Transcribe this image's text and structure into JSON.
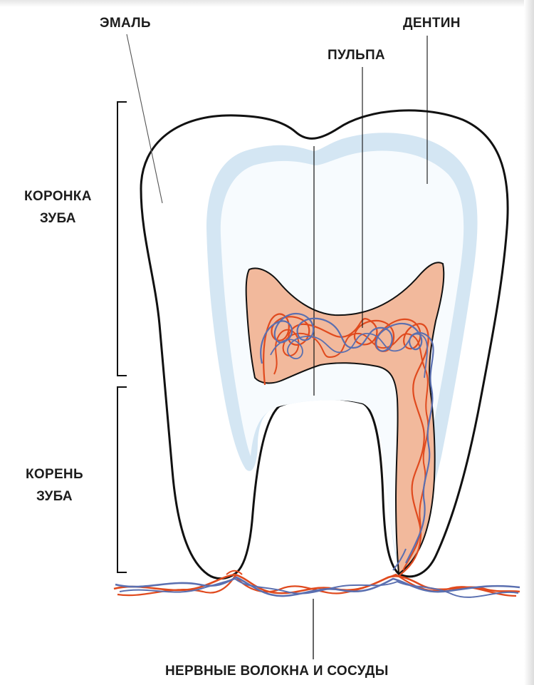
{
  "labels": {
    "enamel": "ЭМАЛЬ",
    "dentin": "ДЕНТИН",
    "pulp": "ПУЛЬПА",
    "crown_line1": "КОРОНКА",
    "crown_line2": "ЗУБА",
    "root_line1": "КОРЕНЬ",
    "root_line2": "ЗУБА",
    "nerves": "НЕРВНЫЕ ВОЛОКНА И СОСУДЫ"
  },
  "colors": {
    "outline": "#111111",
    "enamel_fill": "#ffffff",
    "dentin_band": "#cfe3f2",
    "dentin_fill": "#f7fbfe",
    "pulp_fill": "#f2b99c",
    "artery": "#e04a1e",
    "vein": "#5a6fb0"
  }
}
